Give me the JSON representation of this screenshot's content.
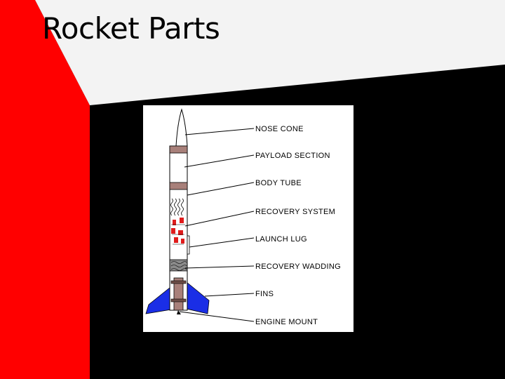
{
  "slide": {
    "title": "Rocket Parts",
    "colors": {
      "background": "#000000",
      "red_band": "#ff0000",
      "title_area": "#f3f3f3",
      "fins": "#1a2ee6",
      "coupler": "#a8807a",
      "recovery_red": "#e01c1c"
    }
  },
  "diagram": {
    "labels": [
      "NOSE CONE",
      "PAYLOAD SECTION",
      "BODY TUBE",
      "RECOVERY SYSTEM",
      "LAUNCH LUG",
      "RECOVERY WADDING",
      "FINS",
      "ENGINE MOUNT"
    ]
  }
}
